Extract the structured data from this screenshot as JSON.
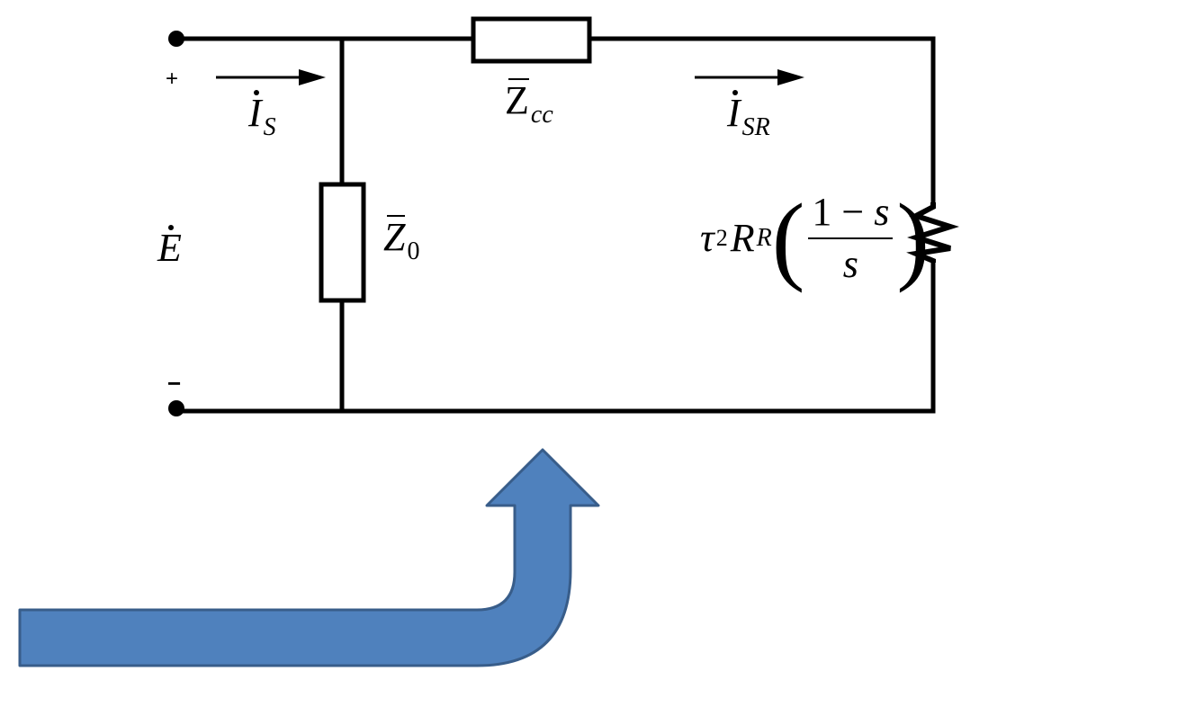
{
  "diagram": {
    "title": "Equivalent circuit",
    "colors": {
      "wire": "#000000",
      "arrow_fill": "#4f81bd",
      "arrow_stroke": "#385d8a",
      "background": "#ffffff"
    },
    "terminals": {
      "positive": "+",
      "negative": "−"
    },
    "source": {
      "symbol": "E",
      "dot": "˙"
    },
    "currents": {
      "is": {
        "symbol": "I",
        "subscript": "S",
        "dot": "˙"
      },
      "isr": {
        "symbol": "I",
        "subscript": "SR",
        "dot": "˙"
      }
    },
    "impedances": {
      "zcc": {
        "symbol": "Z",
        "subscript": "cc"
      },
      "z0": {
        "symbol": "Z",
        "subscript": "0"
      }
    },
    "load": {
      "tau": "τ",
      "exponent": "2",
      "r": "R",
      "r_subscript": "R",
      "numerator": "1 − s",
      "denominator": "s",
      "open_paren": "(",
      "close_paren": ")"
    },
    "shapes": {
      "bent_arrow": "bent-up-arrow"
    }
  }
}
